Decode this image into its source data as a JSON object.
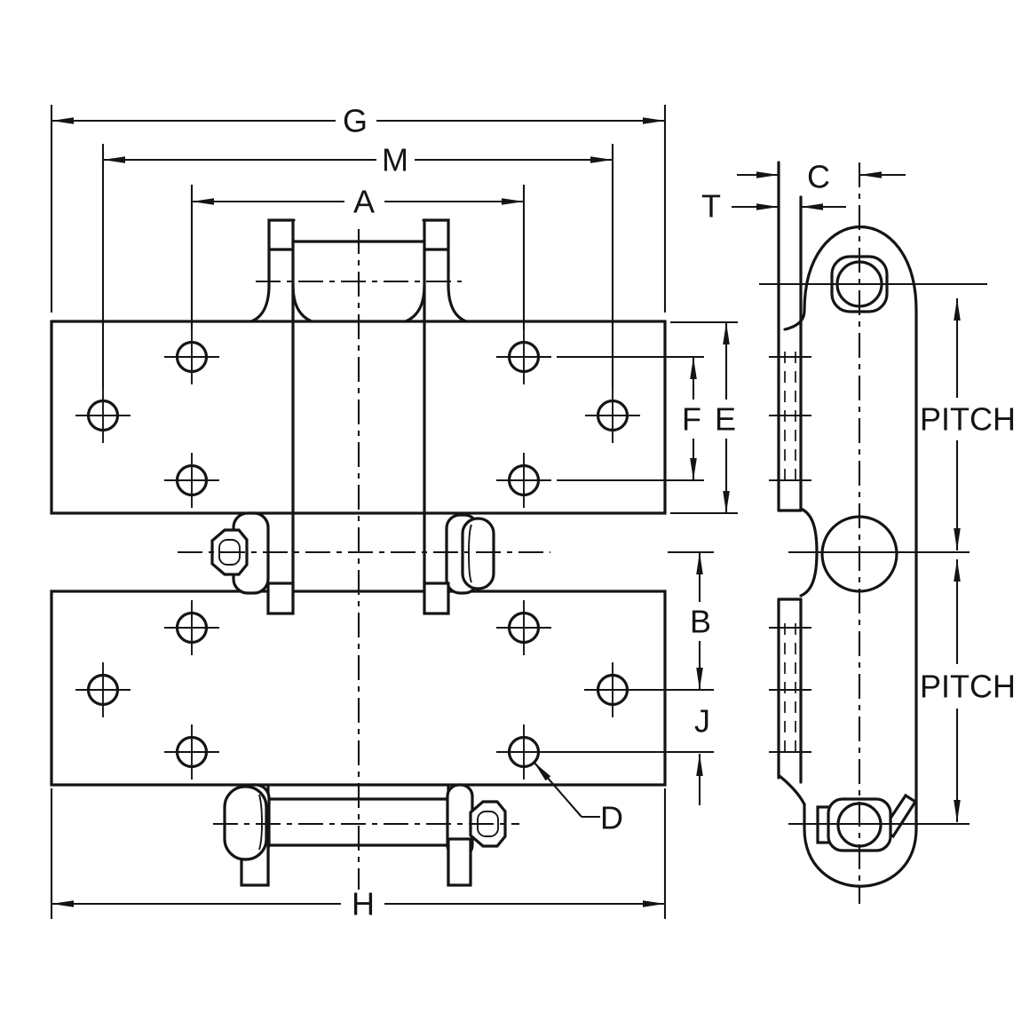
{
  "drawing": {
    "kind": "engineering-dimension-diagram",
    "views": {
      "plan_view": "chain links with attachment plates (top view)",
      "side_view": "chain side elevation"
    }
  },
  "labels": {
    "g": "G",
    "m": "M",
    "a": "A",
    "f": "F",
    "e": "E",
    "b": "B",
    "j": "J",
    "d": "D",
    "h": "H",
    "t": "T",
    "c": "C",
    "pitch_top": "PITCH",
    "pitch_bottom": "PITCH"
  },
  "colors": {
    "ink": "#141414",
    "paper": "#ffffff"
  }
}
